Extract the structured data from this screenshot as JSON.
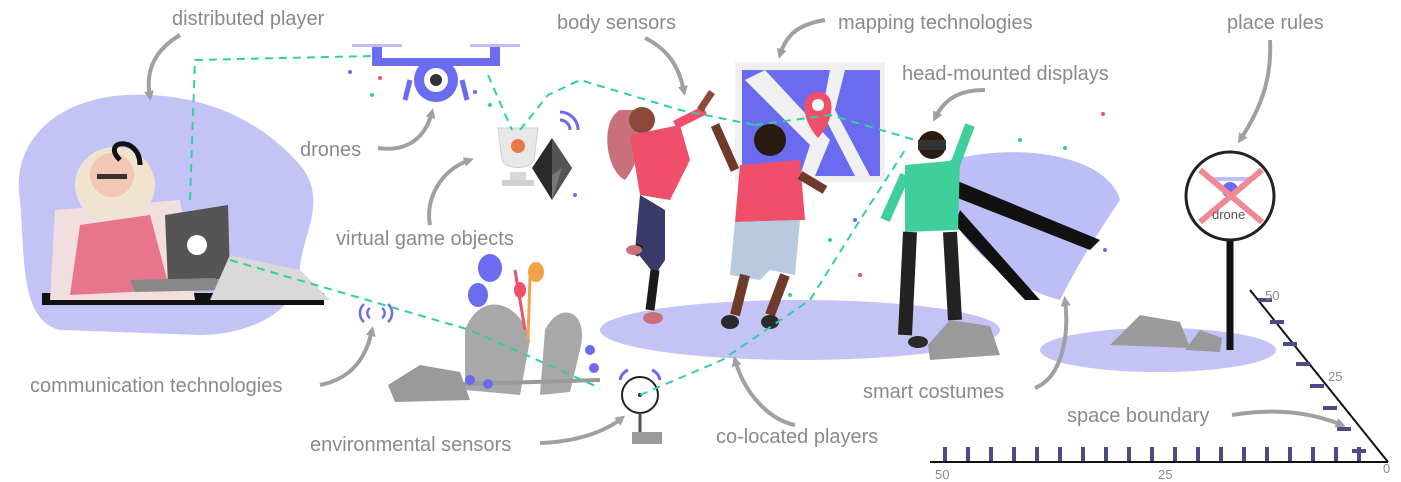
{
  "labels": {
    "distributed_player": "distributed player",
    "body_sensors": "body sensors",
    "mapping_technologies": "mapping technologies",
    "place_rules": "place rules",
    "head_mounted_displays": "head-mounted displays",
    "drones": "drones",
    "virtual_game_objects": "virtual game objects",
    "communication_technologies": "communication technologies",
    "environmental_sensors": "environmental sensors",
    "co_located_players": "co-located players",
    "smart_costumes": "smart costumes",
    "space_boundary": "space boundary"
  },
  "sign_text": "drone",
  "axis": {
    "horizontal_ticks": [
      "50",
      "25",
      "0"
    ],
    "diagonal_ticks": [
      "50",
      "25"
    ]
  },
  "colors": {
    "accent_purple": "#6b6bf0",
    "light_purple": "#bdbdf7",
    "link_green": "#2fd1a0",
    "label_gray": "#8a8a8a",
    "arrow_gray": "#a0a0a0",
    "ground_purple": "#c3c3f5",
    "rock_gray": "#9a9a9a",
    "pink": "#ef4f6a",
    "teal_shirt": "#3ecf9b"
  }
}
